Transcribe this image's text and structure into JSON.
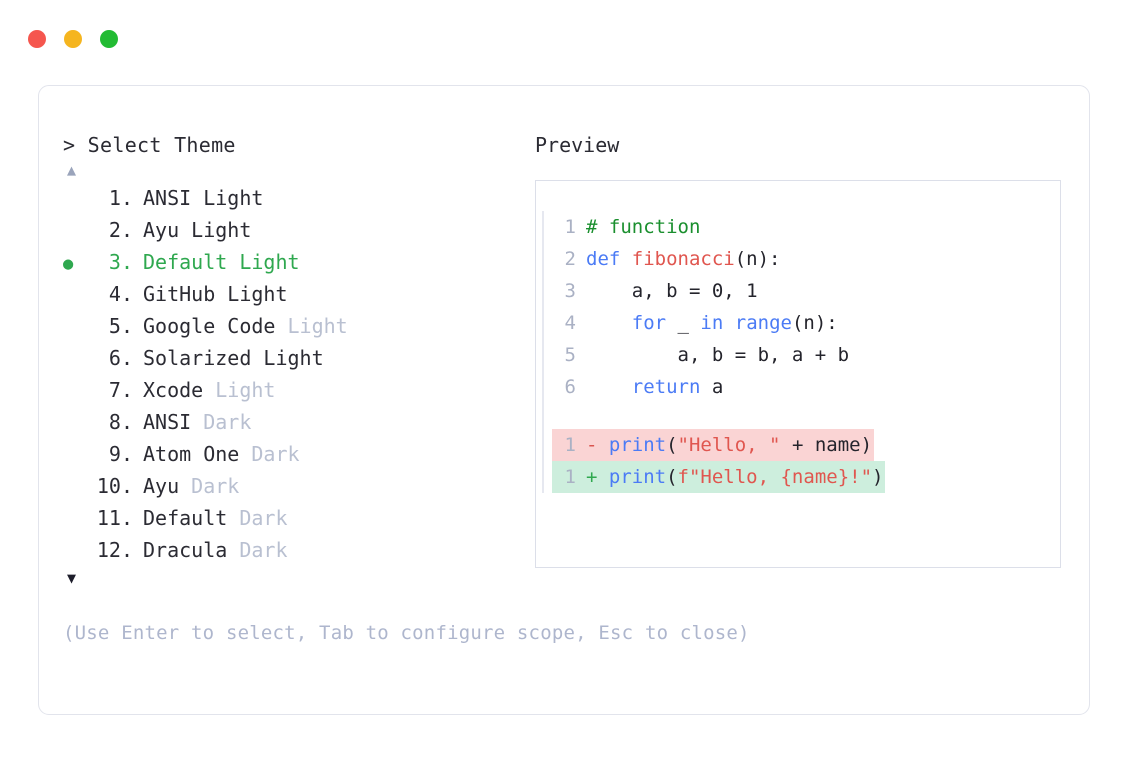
{
  "window": {
    "buttons": [
      {
        "name": "close",
        "color": "#f5564e"
      },
      {
        "name": "minimize",
        "color": "#f5b51f"
      },
      {
        "name": "maximize",
        "color": "#22bb33"
      }
    ]
  },
  "list_pane": {
    "prompt": "> Select Theme",
    "scroll_up_glyph": "▲",
    "scroll_down_glyph": "▼",
    "selected_bullet": "●",
    "selected_index": 3,
    "selected_color": "#2fa84f",
    "items": [
      {
        "index": "1.",
        "name": "ANSI Light",
        "variant": "",
        "selected": false
      },
      {
        "index": "2.",
        "name": "Ayu Light",
        "variant": "",
        "selected": false
      },
      {
        "index": "3.",
        "name": "Default Light",
        "variant": "",
        "selected": true
      },
      {
        "index": "4.",
        "name": "GitHub Light",
        "variant": "",
        "selected": false
      },
      {
        "index": "5.",
        "name": "Google Code",
        "variant": " Light",
        "selected": false
      },
      {
        "index": "6.",
        "name": "Solarized Light",
        "variant": "",
        "selected": false
      },
      {
        "index": "7.",
        "name": "Xcode",
        "variant": " Light",
        "selected": false
      },
      {
        "index": "8.",
        "name": "ANSI",
        "variant": " Dark",
        "selected": false
      },
      {
        "index": "9.",
        "name": "Atom One",
        "variant": " Dark",
        "selected": false
      },
      {
        "index": "10.",
        "name": "Ayu",
        "variant": " Dark",
        "selected": false
      },
      {
        "index": "11.",
        "name": "Default",
        "variant": " Dark",
        "selected": false
      },
      {
        "index": "12.",
        "name": "Dracula",
        "variant": " Dark",
        "selected": false
      }
    ]
  },
  "help": {
    "text": "(Use Enter to select, Tab to configure scope, Esc to close)"
  },
  "preview": {
    "title": "Preview",
    "code_lines": [
      {
        "no": "1",
        "tokens": [
          {
            "t": "# function",
            "c": "tok-comment"
          }
        ]
      },
      {
        "no": "2",
        "tokens": [
          {
            "t": "def ",
            "c": "tok-kw"
          },
          {
            "t": "fibonacci",
            "c": "tok-fn"
          },
          {
            "t": "(n):",
            "c": "tok-plain"
          }
        ]
      },
      {
        "no": "3",
        "tokens": [
          {
            "t": "    a, b = 0, 1",
            "c": "tok-plain"
          }
        ]
      },
      {
        "no": "4",
        "tokens": [
          {
            "t": "    ",
            "c": "tok-plain"
          },
          {
            "t": "for",
            "c": "tok-kw"
          },
          {
            "t": " _ ",
            "c": "tok-plain"
          },
          {
            "t": "in",
            "c": "tok-kw"
          },
          {
            "t": " ",
            "c": "tok-plain"
          },
          {
            "t": "range",
            "c": "tok-builtin"
          },
          {
            "t": "(n):",
            "c": "tok-plain"
          }
        ]
      },
      {
        "no": "5",
        "tokens": [
          {
            "t": "        a, b = b, a + b",
            "c": "tok-plain"
          }
        ]
      },
      {
        "no": "6",
        "tokens": [
          {
            "t": "    ",
            "c": "tok-plain"
          },
          {
            "t": "return",
            "c": "tok-kw"
          },
          {
            "t": " a",
            "c": "tok-plain"
          }
        ]
      }
    ],
    "diff_lines": [
      {
        "kind": "del",
        "no": "1",
        "marker": "-",
        "tokens": [
          {
            "t": "print",
            "c": "tok-builtin"
          },
          {
            "t": "(",
            "c": "tok-plain"
          },
          {
            "t": "\"Hello, \"",
            "c": "tok-str"
          },
          {
            "t": " + name)",
            "c": "tok-plain"
          }
        ]
      },
      {
        "kind": "add",
        "no": "1",
        "marker": "+",
        "tokens": [
          {
            "t": "print",
            "c": "tok-builtin"
          },
          {
            "t": "(",
            "c": "tok-plain"
          },
          {
            "t": "f\"Hello, {name}!\"",
            "c": "tok-str"
          },
          {
            "t": ")",
            "c": "tok-plain"
          }
        ]
      }
    ]
  }
}
